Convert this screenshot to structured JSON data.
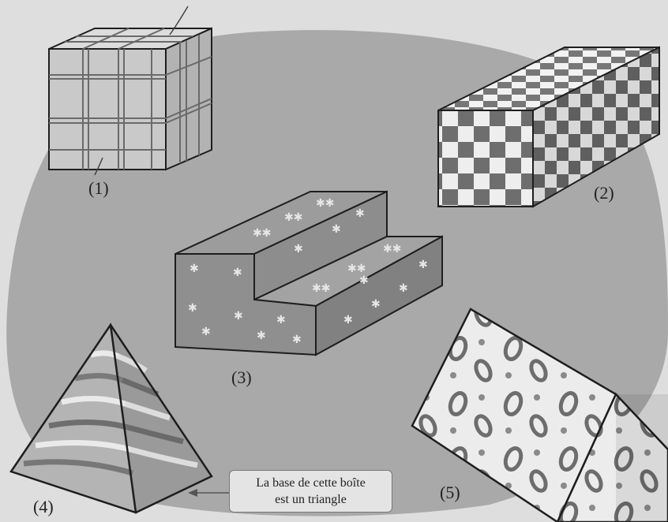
{
  "shapes": [
    {
      "id": "cube",
      "number_label": "(1)",
      "pattern": "plaid"
    },
    {
      "id": "rectangular-prism",
      "number_label": "(2)",
      "pattern": "checkerboard"
    },
    {
      "id": "stair-block",
      "number_label": "(3)",
      "pattern": "asterisks"
    },
    {
      "id": "pyramid",
      "number_label": "(4)",
      "pattern": "wavy-stripes"
    },
    {
      "id": "triangular-prism",
      "number_label": "(5)",
      "pattern": "rings"
    }
  ],
  "callout": {
    "line1": "La base de cette boîte",
    "line2": "est un triangle"
  },
  "colors": {
    "background": "#dedede",
    "blob": "#a9a9a9",
    "face_dark": "#8a8a8a",
    "face_mid": "#a0a0a0",
    "face_light": "#cfcfcf",
    "outline": "#1e1e1e"
  }
}
